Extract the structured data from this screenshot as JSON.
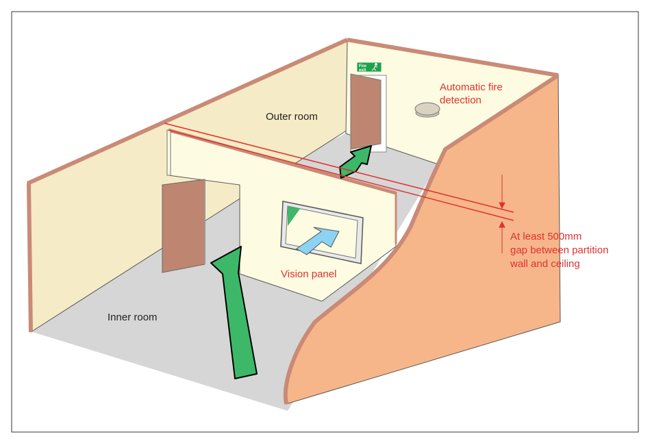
{
  "labels": {
    "outer_room": "Outer room",
    "inner_room": "Inner room",
    "fire_detection_line1": "Automatic fire",
    "fire_detection_line2": "detection",
    "vision_panel": "Vision panel",
    "gap_line1": "At least 500mm",
    "gap_line2": "gap between partition",
    "gap_line3": "wall and ceiling",
    "fire_exit_sign_line1": "Fire",
    "fire_exit_sign_line2": "exit"
  },
  "colors": {
    "wall_light": "#fdfbe1",
    "wall_warm": "#f5ebc6",
    "floor": "#d6d6d6",
    "wall_edge": "#c98a76",
    "cutaway": "#f6b68a",
    "door": "#be8670",
    "arrow_green": "#3cb868",
    "arrow_blue": "#8cd2f2",
    "annotation_red": "#e0322d",
    "sign_green": "#1fa24a"
  }
}
